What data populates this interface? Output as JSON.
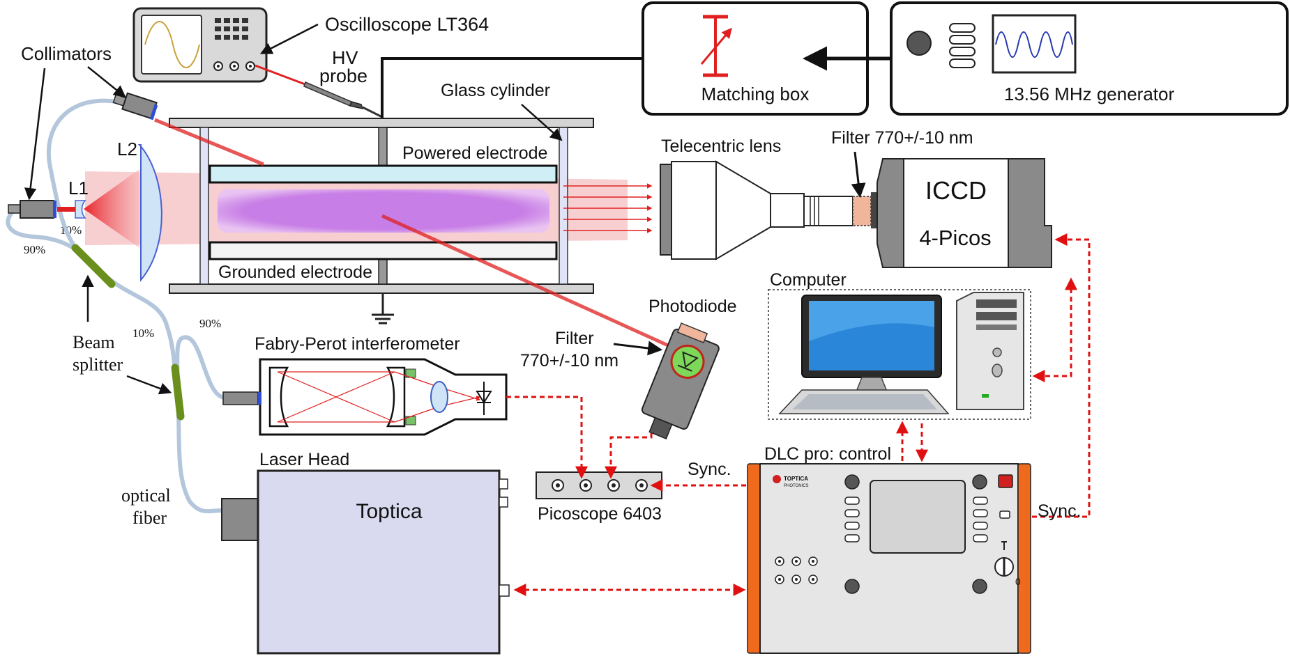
{
  "labels": {
    "oscilloscope": "Oscilloscope LT364",
    "hv_probe_line1": "HV",
    "hv_probe_line2": "probe",
    "collimators": "Collimators",
    "l2": "L2",
    "l1": "L1",
    "glass_cylinder": "Glass cylinder",
    "powered_electrode": "Powered electrode",
    "grounded_electrode": "Grounded electrode",
    "matching_box": "Matching box",
    "generator": "13.56 MHz generator",
    "telecentric_lens": "Telecentric lens",
    "filter_top": "Filter 770+/-10 nm",
    "iccd_line1": "ICCD",
    "iccd_line2": "4-Picos",
    "computer": "Computer",
    "photodiode": "Photodiode",
    "filter_pd_line1": "Filter",
    "filter_pd_line2": "770+/-10 nm",
    "fabry_perot": "Fabry-Perot interferometer",
    "beam_splitter_line1": "Beam",
    "beam_splitter_line2": "splitter",
    "optical_fiber_line1": "optical",
    "optical_fiber_line2": "fiber",
    "laser_head": "Laser Head",
    "toptica": "Toptica",
    "picoscope": "Picoscope 6403",
    "dlc_pro": "DLC pro: control",
    "sync_left": "Sync.",
    "sync_right": "Sync.",
    "toptica_logo_line1": "TOPTICA",
    "toptica_logo_line2": "PHOTONICS",
    "split_l1_10": "10%",
    "split_90_left": "90%",
    "split_10_mid": "10%",
    "split_90_mid": "90%",
    "knob_label": "0"
  },
  "colors": {
    "laser_red": "#e02020",
    "sync_red": "#e01010",
    "fiber": "#b3c6dc",
    "plasma": "#c77ee6",
    "electrode": "#cfeef5",
    "fiber_splitter": "#6a8f1c",
    "dlc_orange": "#f06a1e",
    "device_gray": "#8a8a8a"
  }
}
